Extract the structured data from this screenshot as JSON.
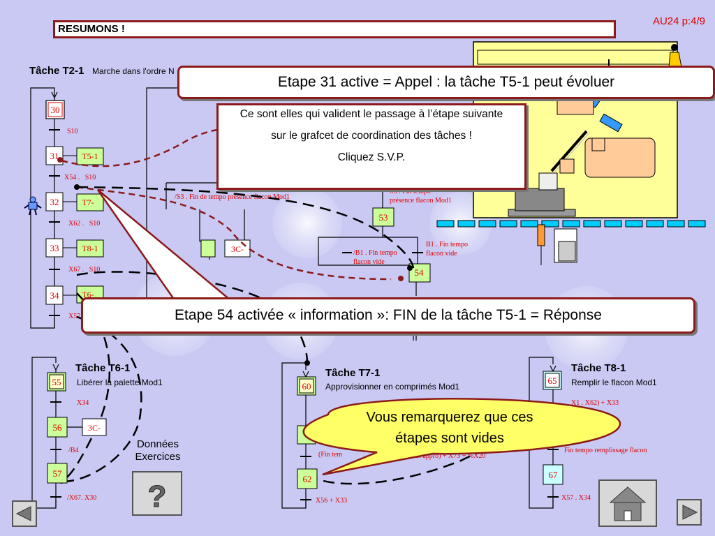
{
  "header": {
    "title": "RESUMONS !",
    "page_ref": "AU24 p:4/9"
  },
  "tasks": {
    "t2": {
      "title": "Tâche T2-1",
      "subtitle": "Marche dans l'ordre N"
    },
    "t6": {
      "title": "Tâche T6-1",
      "subtitle": "Libérer la palette Mod1"
    },
    "t7": {
      "title": "Tâche T7-1",
      "subtitle": "Approvisionner en comprimés Mod1"
    },
    "t8": {
      "title": "Tâche T8-1",
      "subtitle": "Remplir le flacon Mod1"
    }
  },
  "steps": {
    "s30": "30",
    "s31": "31",
    "s32": "32",
    "s33": "33",
    "s34": "34",
    "s53": "53",
    "s54": "54",
    "s55": "55",
    "s56": "56",
    "s57": "57",
    "s60": "60",
    "s62": "62",
    "s65": "65",
    "s67": "67"
  },
  "actions": {
    "a31": "T5-1",
    "a32": "T7-",
    "a33": "T8-1",
    "a34": "T6-",
    "a56": "3C-",
    "amid": "3C-"
  },
  "transitions": {
    "t30": "S10",
    "t31": "X54 .   S10",
    "t32": "X62 .   S10",
    "t33": "X67 .   S10",
    "t34": "X57",
    "t52": "/S3 . Fin de tempo présence flacon Mod1",
    "t53a": "S3 . Fin tempo",
    "t53b": "présence flacon Mod1",
    "t53c": "/B1 . Fin tempo",
    "t53d": "flacon vide",
    "t53e": "B1 . Fin tempo",
    "t53f": "flacon vide",
    "t55": "X34",
    "t56": "/B4",
    "t57": "/X67. X30",
    "t60": "(Fin tem",
    "t61": ") défaut appro) + X73  + %X20",
    "t62": "X56 + X33",
    "t65": "X1 . X62) + X33",
    "t66": "Fin tempo remplissage flacon",
    "t67": "X57 . X34"
  },
  "callouts": {
    "top": "Etape 31 active = Appel : la tâche T5-1 peut évoluer",
    "bottom": "Etape 54 activée « information »: FIN de la tâche T5-1 = Réponse",
    "bubble_line1": "Vous remarquerez que ces",
    "bubble_line2": "étapes sont vides"
  },
  "note": {
    "line1": "Ce sont elles qui valident le passage à l’étape suivante",
    "line2": "sur le grafcet de coordination des tâches !",
    "line3": "Cliquez S.V.P."
  },
  "exercises": {
    "line1": "Données",
    "line2": "Exercices"
  },
  "colors": {
    "frame": "#8b1a1a",
    "step_green": "#ccff99",
    "step_red_text": "#e00000",
    "background": "#c9c9f3",
    "machine_yellow": "#ffff99",
    "conveyor_cyan": "#00ccff"
  }
}
